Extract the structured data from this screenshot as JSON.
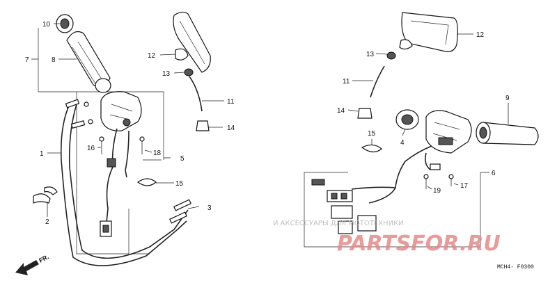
{
  "callouts": {
    "c1": "1",
    "c2": "2",
    "c3": "3",
    "c4": "4",
    "c5": "5",
    "c6": "6",
    "c7": "7",
    "c8": "8",
    "c9": "9",
    "c10": "10",
    "c11a": "11",
    "c11b": "11",
    "c12a": "12",
    "c12b": "12",
    "c13a": "13",
    "c13b": "13",
    "c14a": "14",
    "c14b": "14",
    "c15a": "15",
    "c15b": "15",
    "c16": "16",
    "c17": "17",
    "c18": "18",
    "c19": "19"
  },
  "direction_label": "FR.",
  "diagram_code": "MCH4- F0300",
  "watermark": {
    "tagline": "И АКСЕССУАРЫ ДЛЯ МОТОТЕХНИКИ",
    "logo_text": "PARTSFOR.RU",
    "logo_color": "#e58a8a",
    "tagline_color": "#c0c0c0"
  }
}
